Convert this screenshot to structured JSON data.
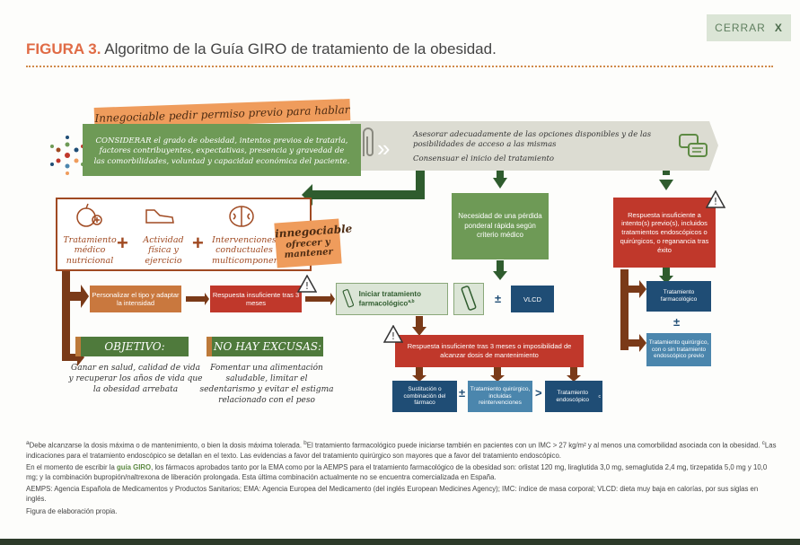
{
  "header": {
    "close_label": "CERRAR",
    "close_x": "X",
    "figure_number": "FIGURA 3.",
    "figure_title": "Algoritmo de la Guía GIRO de tratamiento de la obesidad."
  },
  "top_banner": "Innegociable pedir permiso previo para hablar del peso",
  "consider_box": "CONSIDERAR el grado de obesidad, intentos previos de tratarla, factores contribuyentes, expectativas, presencia y gravedad de las comorbilidades, voluntad y capacidad económica del paciente.",
  "advise_text_1": "Asesorar adecuadamente de las opciones disponibles y de las posibilidades de acceso a las mismas",
  "advise_text_2": "Consensuar el inicio del tratamiento",
  "lifestyle": {
    "item1": "Tratamiento médico nutricional",
    "item2": "Actividad física y ejercicio",
    "item3": "Intervenciones conductuales multicomponente",
    "plus": "+",
    "nonneg_1": "innegociable",
    "nonneg_2": "ofrecer y mantener"
  },
  "flow": {
    "personalize": "Personalizar el tipo y adaptar la intensidad",
    "insufficient_3m": "Respuesta insuficiente tras 3 meses",
    "start_pharma": "Iniciar tratamiento farmacológico",
    "start_pharma_sup": "a,b",
    "need_weight_loss": "Necesidad de una pérdida ponderal rápida según criterio médico",
    "pm": "±",
    "vlcd": "VLCD",
    "insufficient_max": "Respuesta insuficiente tras 3 meses o imposibilidad de alcanzar dosis de mantenimiento",
    "substitution": "Sustitución o combinación del fármaco",
    "surgical_incl": "Tratamiento quirúrgico, incluidas reintervenciones",
    "gt": ">",
    "endoscopic": "Tratamiento endoscópico",
    "endoscopic_sup": "c",
    "prev_insufficient": "Respuesta insuficiente a intento(s) previo(s), incluidos tratamientos endoscópicos o quirúrgicos, o reganancia tras éxito",
    "pharma_treatment": "Tratamiento farmacológico",
    "surgical_prev": "Tratamiento quirúrgico, con o sin tratamiento endoscópico previo"
  },
  "objective": {
    "title": "OBJETIVO:",
    "text": "Ganar en salud, calidad de vida y recuperar los años de vida que la obesidad arrebata"
  },
  "no_excuses": {
    "title": "NO HAY EXCUSAS:",
    "text": "Fomentar una alimentación saludable, limitar el sedentarismo y evitar el estigma relacionado con el peso"
  },
  "footnotes": {
    "a_prefix": "a",
    "a_text": "Debe alcanzarse la dosis máxima o de mantenimiento, o bien la dosis máxima tolerada.",
    "b_prefix": "b",
    "b_text": "El tratamiento farmacológico puede iniciarse también en pacientes con un IMC > 27 kg/m² y al menos una comorbilidad asociada con la obesidad.",
    "c_prefix": "c",
    "c_text": "Las indicaciones para el tratamiento endoscópico se detallan en el texto. Las evidencias a favor del tratamiento quirúrgico son mayores que a favor del tratamiento endoscópico.",
    "p2_before": "En el momento de escribir la",
    "p2_bold": "guía GIRO",
    "p2_after": ", los fármacos aprobados tanto por la EMA como por la AEMPS para el tratamiento farmacológico de la obesidad son: orlistat 120 mg, liraglutida 3,0 mg, semaglutida 2,4 mg, tirzepatida 5,0 mg y 10,0 mg; y la combinación bupropión/naltrexona de liberación prolongada. Esta última combinación actualmente no se encuentra comercializada en España.",
    "p3": "AEMPS: Agencia Española de Medicamentos y Productos Sanitarios; EMA: Agencia Europea del Medicamento (del inglés European Medicines Agency); IMC: índice de masa corporal; VLCD: dieta muy baja en calorías, por sus siglas en inglés.",
    "p4": "Figura de elaboración propia."
  },
  "colors": {
    "accent_orange": "#e06b45",
    "green": "#6e9a56",
    "dark_green": "#2f5c2e",
    "red": "#c0382b",
    "navy": "#1f4d75",
    "brown": "#a04a22"
  }
}
